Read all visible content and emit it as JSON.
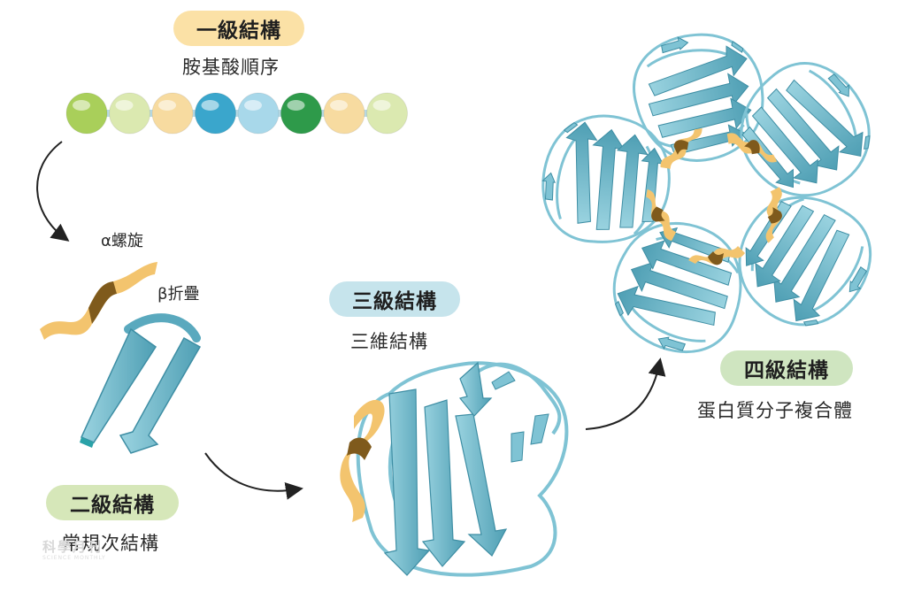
{
  "colors": {
    "primary_pill": "#fbe1a6",
    "secondary_pill": "#d6e7b9",
    "tertiary_pill": "#c6e4ec",
    "quaternary_pill": "#cfe5c0",
    "protein": "#7fc3d4",
    "protein_dark": "#3e8ea4",
    "helix_light": "#f3c46e",
    "helix_dark": "#7f5a1c"
  },
  "primary": {
    "title": "一級結構",
    "subtitle": "胺基酸順序"
  },
  "amino_beads": [
    "#a9cf5a",
    "#dbe9b0",
    "#f7dba0",
    "#3aa6cc",
    "#a8d8ea",
    "#2e9a4a",
    "#f7dba0",
    "#dbe9b0"
  ],
  "secondary": {
    "title": "二級結構",
    "subtitle": "常規次結構",
    "alpha_label": "α螺旋",
    "beta_label": "β折疊"
  },
  "tertiary": {
    "title": "三級結構",
    "subtitle": "三維結構"
  },
  "quaternary": {
    "title": "四級結構",
    "subtitle": "蛋白質分子複合體"
  },
  "watermark": {
    "text": "科學月刊",
    "sub": "SCIENCE MONTHLY"
  }
}
